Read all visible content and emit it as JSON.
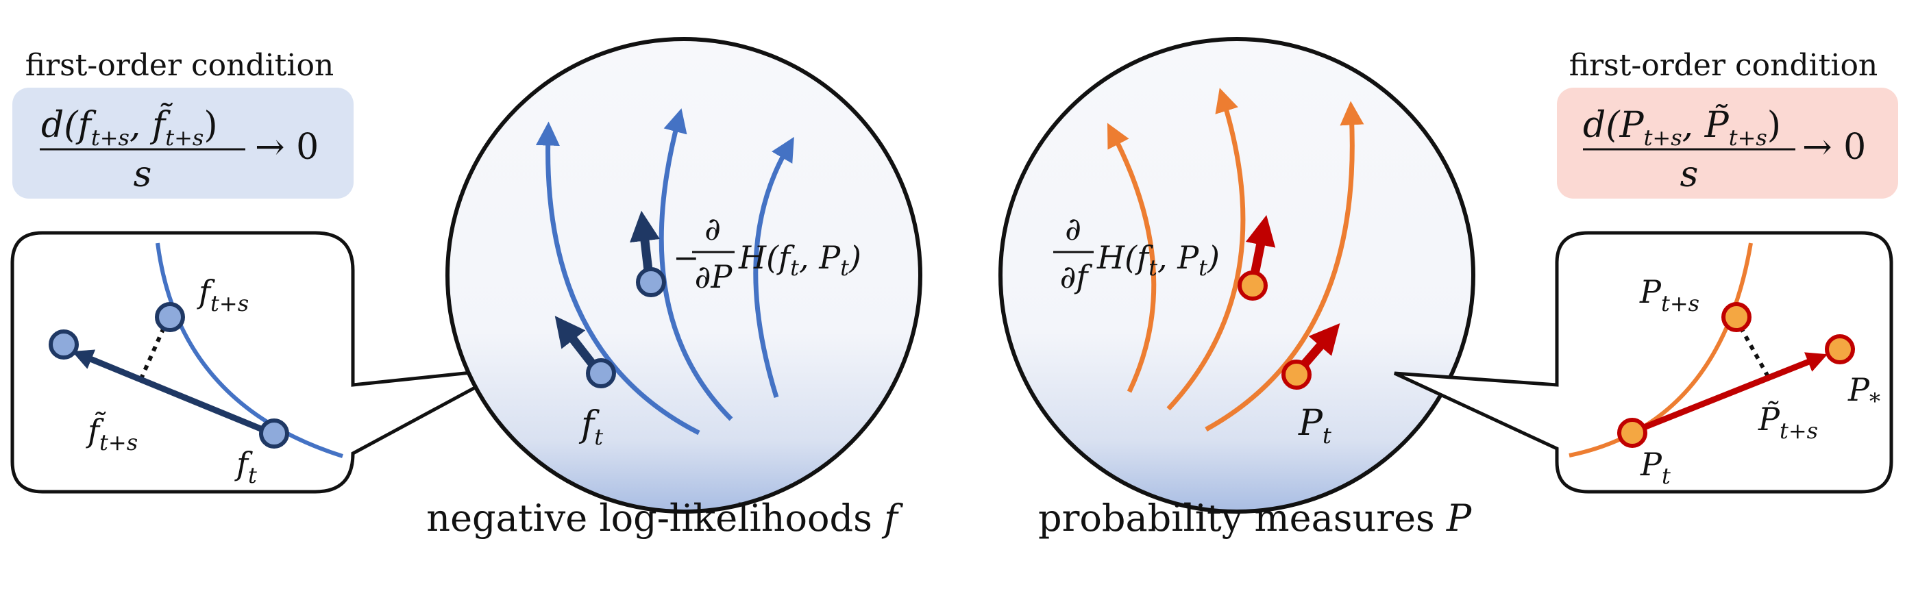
{
  "left": {
    "heading": "first-order condition",
    "condition_num": "d(f",
    "condition_num_sub1": "t+s",
    "condition_num_mid": ", f̃",
    "condition_num_sub2": "t+s",
    "condition_num_end": ")",
    "condition_den": "s",
    "condition_arrow": "→ 0",
    "inset_f_next": "f",
    "inset_f_next_sub": "t+s",
    "inset_f_tilde": "f̃",
    "inset_f_tilde_sub": "t+s",
    "inset_f_t": "f",
    "inset_f_t_sub": "t",
    "circle_f_t": "f",
    "circle_f_t_sub": "t",
    "gradient_label": "−",
    "gradient_frac_num": "∂",
    "gradient_frac_den": "∂P",
    "gradient_expr": "H(f",
    "gradient_expr_sub1": "t",
    "gradient_expr_mid": ", P",
    "gradient_expr_sub2": "t",
    "gradient_expr_end": ")",
    "caption": "negative log-likelihoods",
    "caption_var": "f"
  },
  "right": {
    "heading": "first-order condition",
    "condition_num": "d(P",
    "condition_num_sub1": "t+s",
    "condition_num_mid": ", P̃",
    "condition_num_sub2": "t+s",
    "condition_num_end": ")",
    "condition_den": "s",
    "condition_arrow": "→ 0",
    "inset_p_next": "P",
    "inset_p_next_sub": "t+s",
    "inset_p_tilde": "P̃",
    "inset_p_tilde_sub": "t+s",
    "inset_p_t": "P",
    "inset_p_t_sub": "t",
    "inset_p_star": "P",
    "inset_p_star_sub": "*",
    "circle_p_t": "P",
    "circle_p_t_sub": "t",
    "gradient_frac_num": "∂",
    "gradient_frac_den": "∂f",
    "gradient_expr": "H(f",
    "gradient_expr_sub1": "t",
    "gradient_expr_mid": ", P",
    "gradient_expr_sub2": "t",
    "gradient_expr_end": ")",
    "caption": "probability measures",
    "caption_var": "P"
  },
  "colors": {
    "blue_curve": "#4472c4",
    "blue_arrow": "#1f3864",
    "blue_node": "#8eaadb",
    "orange_curve": "#ed7d31",
    "red_arrow": "#c00000",
    "orange_node": "#f4a742",
    "blue_box": "#dae3f3",
    "red_box": "#fbd9d3"
  }
}
